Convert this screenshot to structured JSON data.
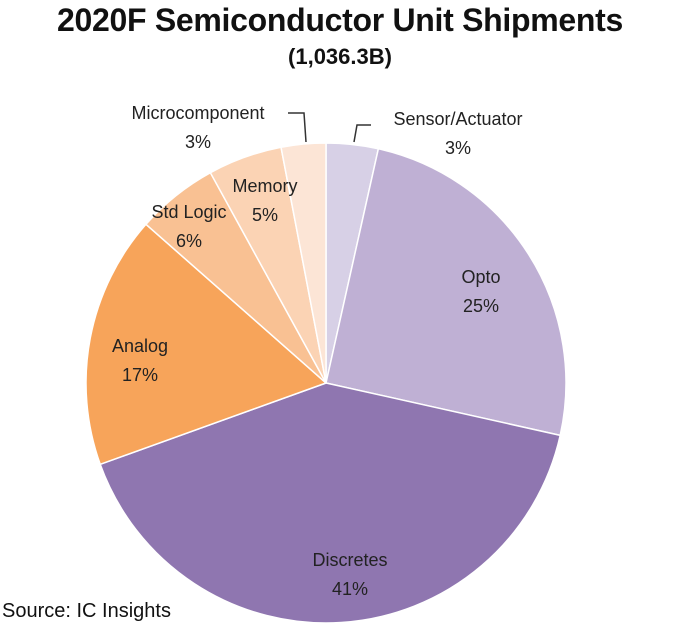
{
  "chart_data": {
    "type": "pie",
    "title": "2020F Semiconductor Unit Shipments",
    "subtitle": "(1,036.3B)",
    "source": "Source:  IC Insights",
    "slices": [
      {
        "label": "Sensor/Actuator",
        "percent_label": "3%",
        "value": 3.5,
        "color": "#d7d0e6"
      },
      {
        "label": "Opto",
        "percent_label": "25%",
        "value": 25,
        "color": "#bfb0d4"
      },
      {
        "label": "Discretes",
        "percent_label": "41%",
        "value": 41,
        "color": "#8f76b0"
      },
      {
        "label": "Analog",
        "percent_label": "17%",
        "value": 17,
        "color": "#f7a45a"
      },
      {
        "label": "Std Logic",
        "percent_label": "6%",
        "value": 5.5,
        "color": "#f9c193"
      },
      {
        "label": "Memory",
        "percent_label": "5%",
        "value": 5,
        "color": "#fbd3b4"
      },
      {
        "label": "Microcomponent",
        "percent_label": "3%",
        "value": 3,
        "color": "#fce5d6"
      }
    ]
  }
}
